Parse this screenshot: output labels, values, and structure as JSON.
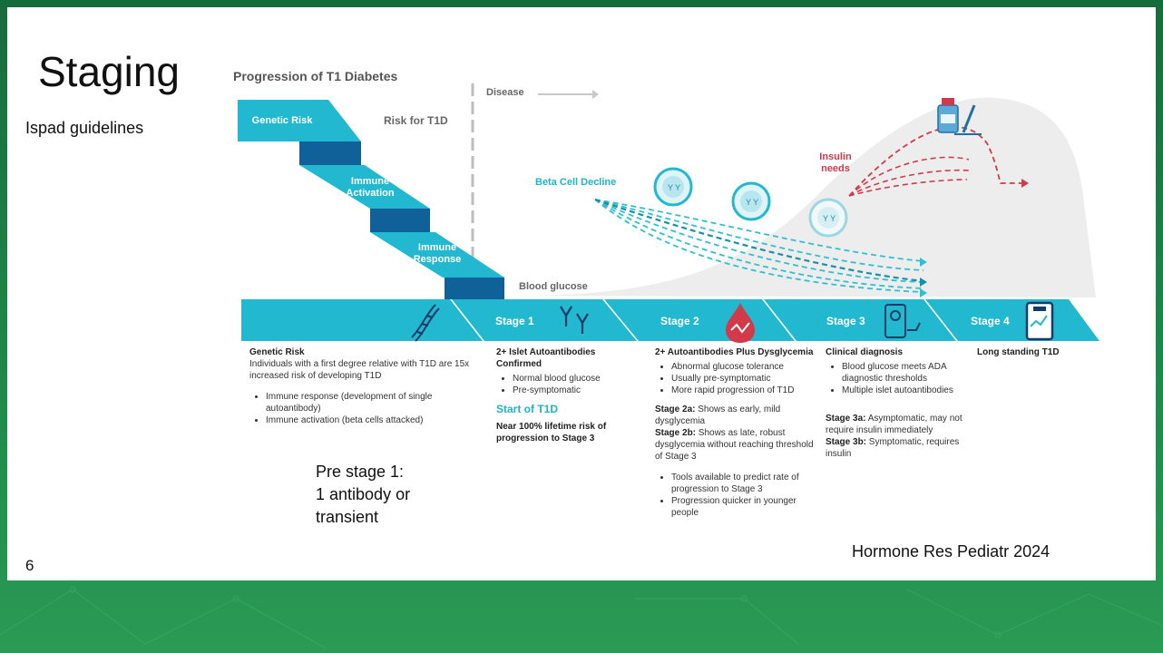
{
  "slide": {
    "title": "Staging",
    "subtitle": "Ispad guidelines",
    "note_lines": [
      "Pre stage 1:",
      "1 antibody or",
      "transient"
    ],
    "page_number": "6",
    "citation": "Hormone Res Pediatr 2024"
  },
  "figure": {
    "title": "Progression of T1 Diabetes",
    "steps": [
      {
        "label": "Genetic Risk"
      },
      {
        "label_lines": [
          "Immune",
          "Activation"
        ]
      },
      {
        "label_lines": [
          "Immune",
          "Response"
        ]
      }
    ],
    "risk_label": "Risk for T1D",
    "disease_label": "Disease",
    "beta_label": "Beta Cell Decline",
    "insulin_label_lines": [
      "Insulin",
      "needs"
    ],
    "blood_glucose_label": "Blood glucose",
    "stages": [
      "Stage 1",
      "Stage 2",
      "Stage 3",
      "Stage 4"
    ],
    "icons": [
      "dna-icon",
      "antibody-icon",
      "blood-drop-icon",
      "glucose-monitor-icon",
      "tablet-device-icon",
      "insulin-vial-icon"
    ],
    "colors": {
      "teal": "#22b8cf",
      "teal_dark": "#1a8fa8",
      "navy": "#10619a",
      "red": "#d23a4a",
      "gray_curve": "#ececec"
    }
  },
  "columns": {
    "genetic": {
      "heading": "Genetic Risk",
      "text": "Individuals with a first degree relative with T1D are 15x increased risk of developing T1D",
      "bullets": [
        "Immune response (development of single autoantibody)",
        "Immune activation (beta cells attacked)"
      ]
    },
    "stage1": {
      "heading": "2+ Islet Autoantibodies Confirmed",
      "bullets": [
        "Normal blood glucose",
        "Pre-symptomatic"
      ],
      "start_label": "Start of T1D",
      "footer": "Near 100% lifetime risk of progression to Stage 3"
    },
    "stage2": {
      "heading": "2+ Autoantibodies Plus Dysglycemia",
      "bullets": [
        "Abnormal glucose tolerance",
        "Usually pre-symptomatic",
        "More rapid progression of T1D"
      ],
      "sub_a_label": "Stage 2a:",
      "sub_a_text": " Shows as early, mild dysglycemia",
      "sub_b_label": "Stage 2b:",
      "sub_b_text": " Shows as late, robust dysglycemia without reaching threshold of Stage 3",
      "bullets2": [
        "Tools available to predict rate of progression to Stage 3",
        "Progression quicker in younger people"
      ]
    },
    "stage3": {
      "heading": "Clinical diagnosis",
      "bullets": [
        "Blood glucose meets ADA diagnostic thresholds",
        "Multiple islet autoantibodies"
      ],
      "sub_a_label": "Stage 3a:",
      "sub_a_text": " Asymptomatic, may not require insulin immediately",
      "sub_b_label": "Stage 3b:",
      "sub_b_text": " Symptomatic, requires insulin"
    },
    "stage4": {
      "heading": "Long standing T1D"
    }
  }
}
